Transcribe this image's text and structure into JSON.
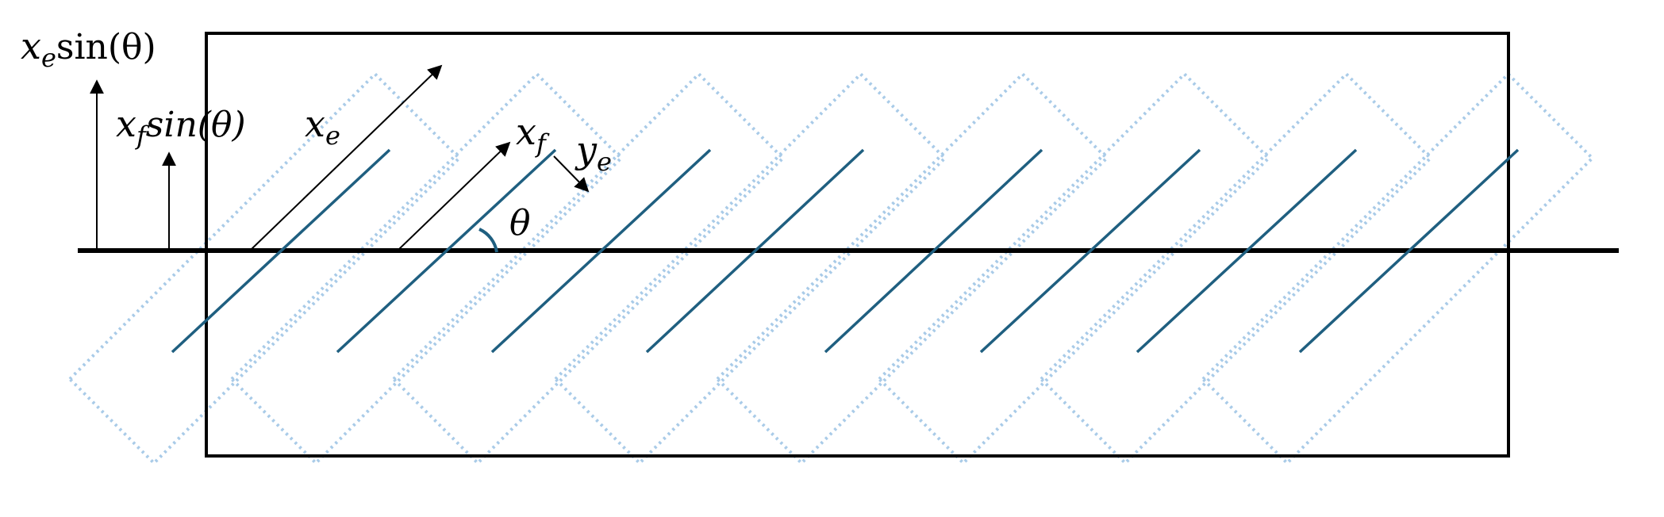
{
  "colors": {
    "fiber": "#1f5f80",
    "element": "#a9cbe8",
    "frame": "#000000"
  },
  "labels": {
    "xe_sin_a": "x",
    "xe_sin_b": "e",
    "xe_sin_c": "sin(θ)",
    "xf_sin_a": "x",
    "xf_sin_b": "f",
    "xf_sin_c": "sin(θ)",
    "xe_a": "x",
    "xe_b": "e",
    "xf_a": "x",
    "xf_b": "f",
    "ye_a": "y",
    "ye_b": "e",
    "theta": "θ"
  },
  "icons": {
    "arrow": "arrow-icon"
  }
}
